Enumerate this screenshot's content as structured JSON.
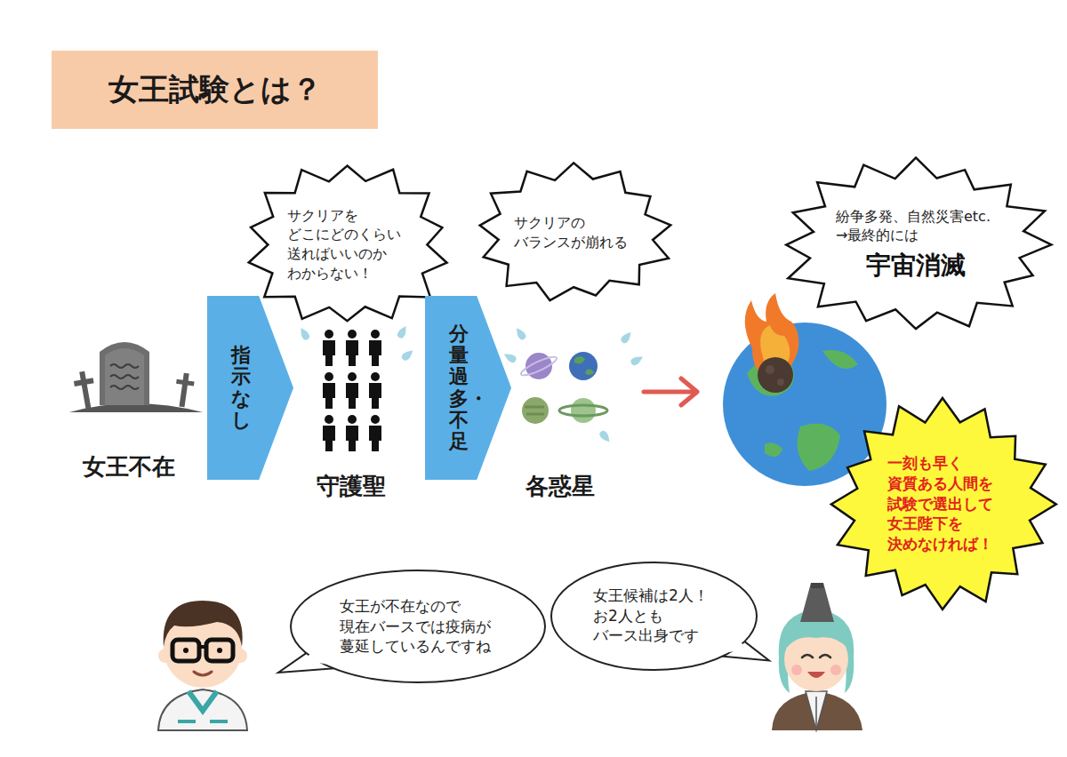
{
  "diagram": {
    "title": "女王試験とは？",
    "nodes": [
      {
        "text": [
          "サクリアを どこにどのくらい 送ればいいのか わからない！"
        ]
      },
      {
        "text": [
          "サクリアの バランスが崩れる"
        ]
      },
      {
        "text": [
          "紛争多発、自然災害etc. →最終的には",
          "宇宙消滅"
        ]
      },
      {
        "text": [
          "指示なし"
        ]
      },
      {
        "text": [
          "分量過多・不足"
        ]
      },
      {
        "text": [
          "一刻も早く 資質ある人間を 試験で選出して 女王陛下を 決めなければ！"
        ]
      },
      {
        "text": [
          "女王が不在なので 現在バースでは疫病が 蔓延しているんですね"
        ]
      },
      {
        "text": [
          "女王候補は2人！ お2人とも バース出身です"
        ]
      }
    ],
    "labels": [
      "女王不在",
      "守護聖",
      "各惑星"
    ]
  }
}
